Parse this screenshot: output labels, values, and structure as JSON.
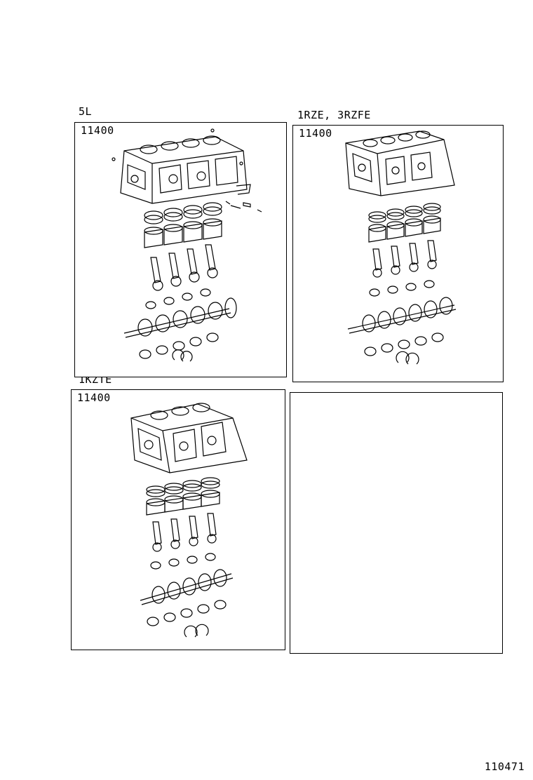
{
  "panels": [
    {
      "engine": "5L",
      "part_number": "11400"
    },
    {
      "engine": "1RZE, 3RZFE",
      "part_number": "11400"
    },
    {
      "engine": "1KZTE",
      "part_number": "11400"
    },
    {
      "engine": "",
      "part_number": ""
    }
  ],
  "footer": {
    "illustration_id": "110471"
  }
}
